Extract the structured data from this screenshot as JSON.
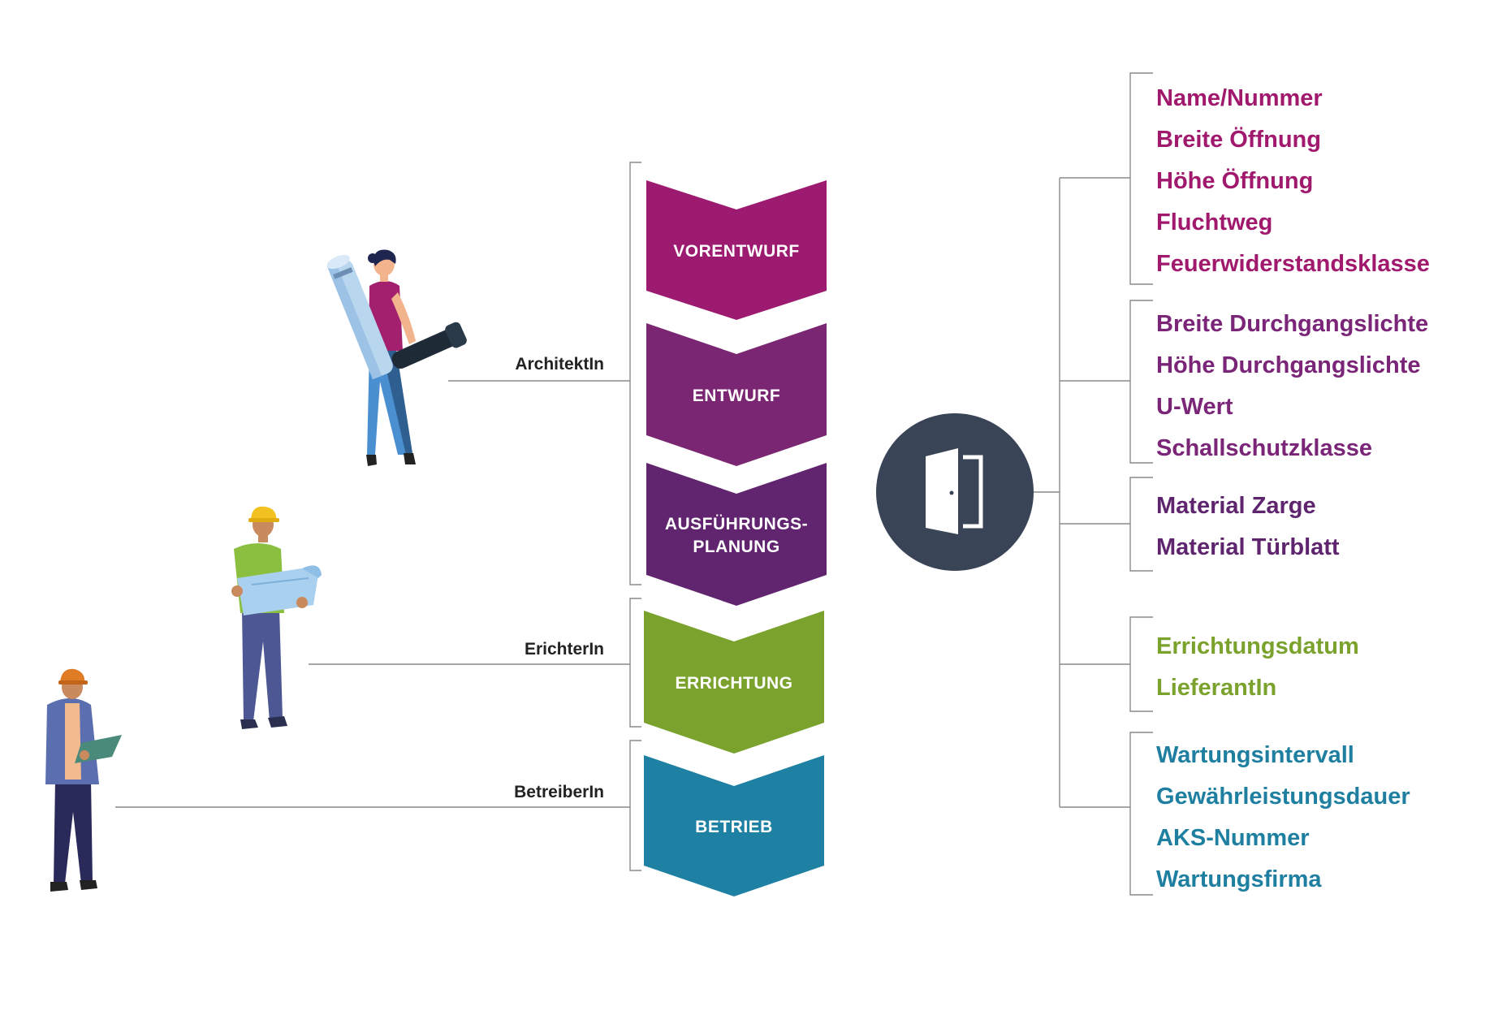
{
  "phases": [
    {
      "label_lines": [
        "VORENTWURF"
      ],
      "color": "#9c1a6f"
    },
    {
      "label_lines": [
        "ENTWURF"
      ],
      "color": "#7a2672"
    },
    {
      "label_lines": [
        "AUSFÜHRUNGS-",
        "PLANUNG"
      ],
      "color": "#61246f"
    },
    {
      "label_lines": [
        "ERRICHTUNG"
      ],
      "color": "#7aa22d"
    },
    {
      "label_lines": [
        "BETRIEB"
      ],
      "color": "#1e80a2"
    }
  ],
  "roles": [
    {
      "label": "ArchitektIn",
      "icon": "architect-woman-icon"
    },
    {
      "label": "ErichterIn",
      "icon": "builder-with-plan-icon"
    },
    {
      "label": "BetreiberIn",
      "icon": "operator-with-clipboard-icon"
    }
  ],
  "center_icon": {
    "name": "door-icon",
    "color": "#394556"
  },
  "attribute_groups": [
    {
      "color": "#a0196d",
      "items": [
        "Name/Nummer",
        "Breite Öffnung",
        "Höhe Öffnung",
        "Fluchtweg",
        "Feuerwiderstandsklasse"
      ]
    },
    {
      "color": "#7a2578",
      "items": [
        "Breite Durchgangslichte",
        "Höhe Durchgangslichte",
        "U-Wert",
        "Schallschutzklasse"
      ]
    },
    {
      "color": "#5e246d",
      "items": [
        "Material Zarge",
        "Material Türblatt"
      ]
    },
    {
      "color": "#7aa22d",
      "items": [
        "Errichtungsdatum",
        "LieferantIn"
      ]
    },
    {
      "color": "#1f7fa0",
      "items": [
        "Wartungsintervall",
        "Gewährleistungsdauer",
        "AKS-Nummer",
        "Wartungsfirma"
      ]
    }
  ]
}
